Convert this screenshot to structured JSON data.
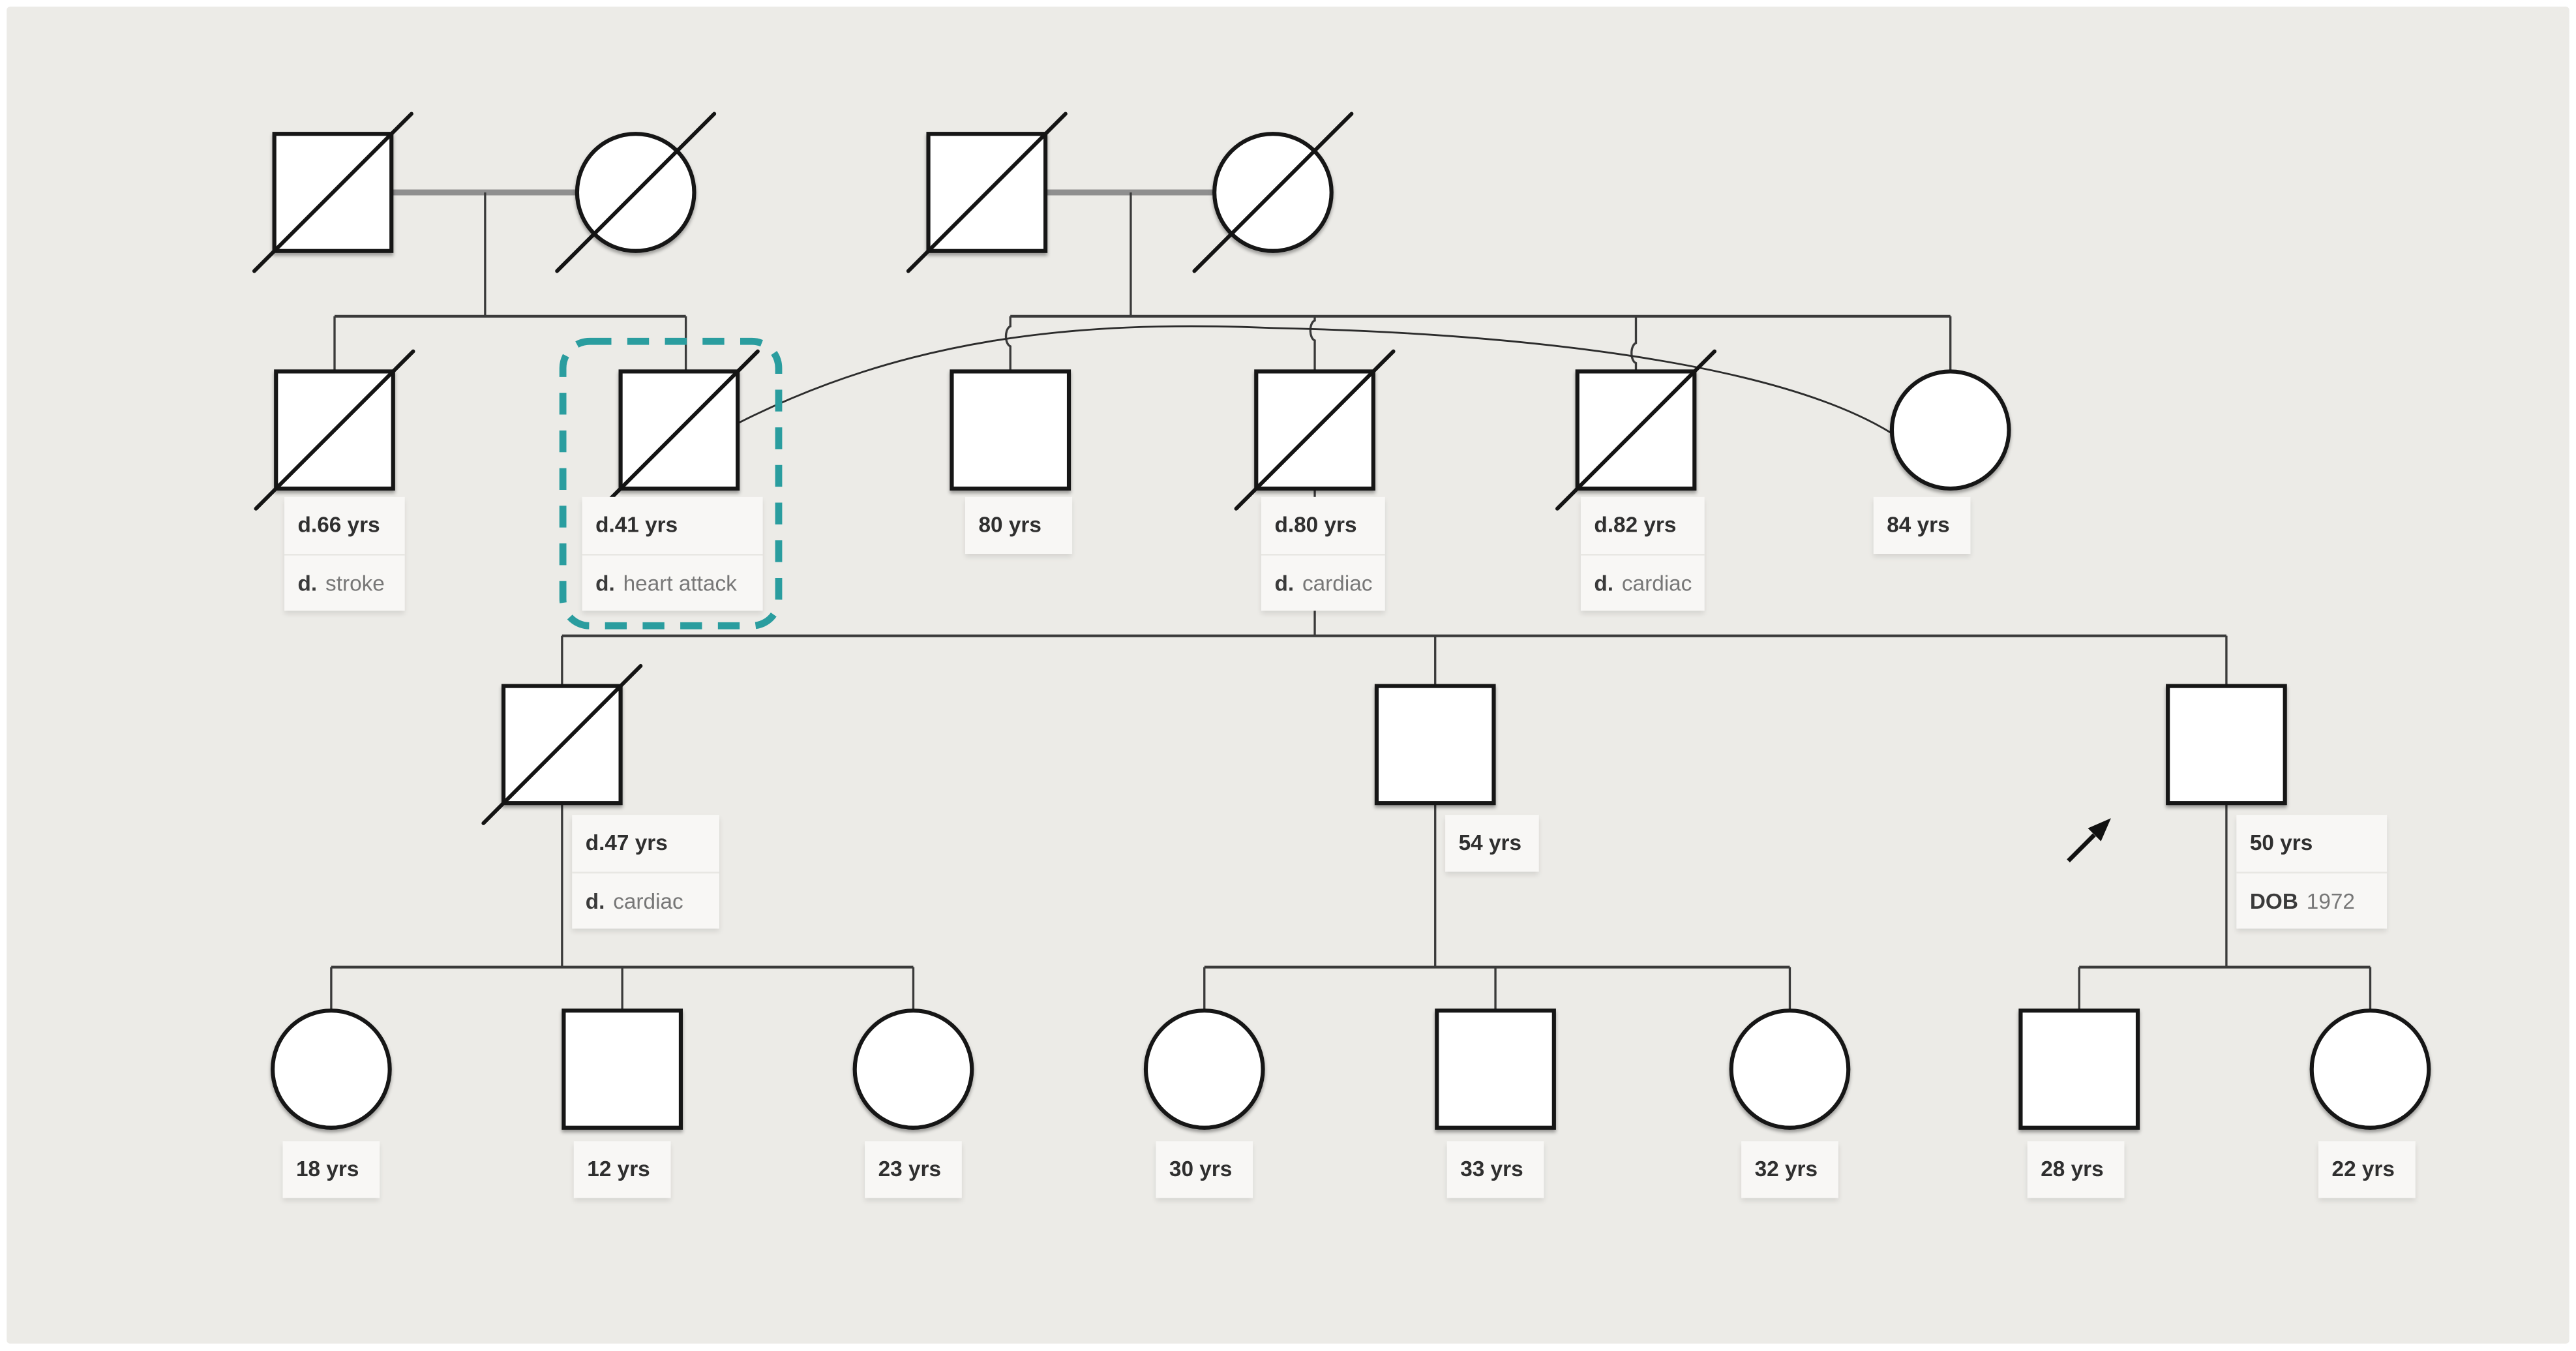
{
  "app": {
    "background": "#FFFFFF",
    "canvas_background": "#ECEBE7"
  },
  "colors": {
    "shape_stroke": "#141414",
    "relation_line": "#3A3A3A",
    "marriage_line": "#8F8F8F",
    "cross_family_curve": "#2C2C2C",
    "highlight_teal": "#2A9D9F",
    "label_background": "#F8F7F5",
    "label_primary_text": "#2F2F2F",
    "label_secondary_text": "#777777"
  },
  "people": {
    "gen2": {
      "d66": {
        "age": "d.66 yrs",
        "death_prefix": "d.",
        "death_cause": "stroke"
      },
      "d41": {
        "age": "d.41 yrs",
        "death_prefix": "d.",
        "death_cause": "heart attack"
      },
      "y80": {
        "age": "80 yrs"
      },
      "d80": {
        "age": "d.80 yrs",
        "death_prefix": "d.",
        "death_cause": "cardiac"
      },
      "d82": {
        "age": "d.82 yrs",
        "death_prefix": "d.",
        "death_cause": "cardiac"
      },
      "y84": {
        "age": "84 yrs"
      }
    },
    "gen3": {
      "d47": {
        "age": "d.47 yrs",
        "death_prefix": "d.",
        "death_cause": "cardiac"
      },
      "y54": {
        "age": "54 yrs"
      },
      "y50": {
        "age": "50 yrs",
        "dob_label": "DOB",
        "dob_value": "1972"
      }
    },
    "gen4": {
      "c1": {
        "age": "18 yrs"
      },
      "c2": {
        "age": "12 yrs"
      },
      "c3": {
        "age": "23 yrs"
      },
      "c4": {
        "age": "30 yrs"
      },
      "c5": {
        "age": "33 yrs"
      },
      "c6": {
        "age": "32 yrs"
      },
      "c7": {
        "age": "28 yrs"
      },
      "c8": {
        "age": "22 yrs"
      }
    }
  }
}
